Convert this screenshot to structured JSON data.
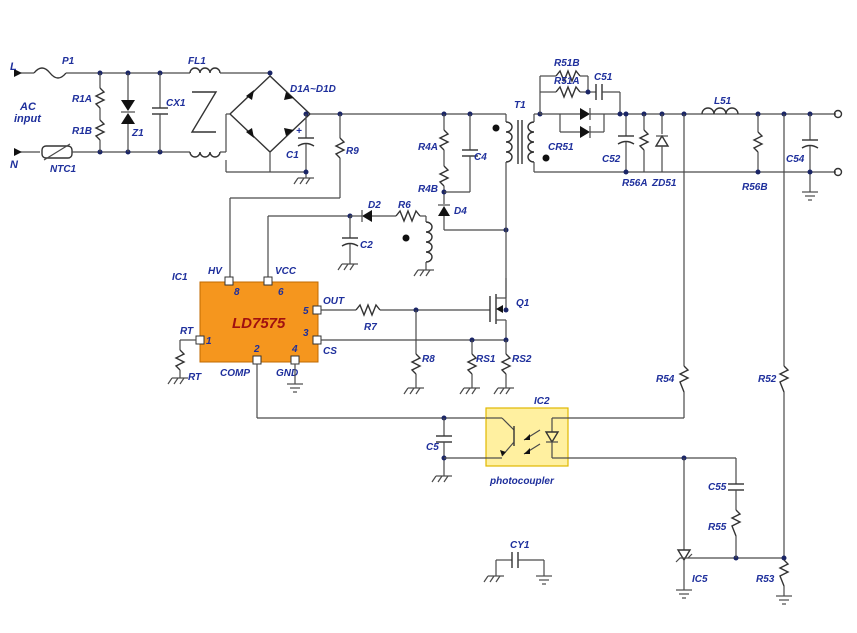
{
  "colors": {
    "wire": "#4a4a4a",
    "label": "#1e2f9c",
    "ic_fill": "#f5961e",
    "ic_text": "#a01010",
    "photocoupler_fill": "#fff0a0",
    "photocoupler_border": "#e0b800"
  },
  "input": {
    "label_line1": "AC",
    "label_line2": "input",
    "line": "L",
    "neutral": "N"
  },
  "components": {
    "P1": "P1",
    "FL1": "FL1",
    "R1A": "R1A",
    "R1B": "R1B",
    "Z1": "Z1",
    "CX1": "CX1",
    "NTC1": "NTC1",
    "D1": "D1A~D1D",
    "C1": "C1",
    "R9": "R9",
    "R4A": "R4A",
    "R4B": "R4B",
    "C4": "C4",
    "D4": "D4",
    "T1": "T1",
    "R51B": "R51B",
    "R51A": "R51A",
    "C51": "C51",
    "CR51": "CR51",
    "C52": "C52",
    "R56A": "R56A",
    "ZD51": "ZD51",
    "L51": "L51",
    "R56B": "R56B",
    "C54": "C54",
    "D2": "D2",
    "R6": "R6",
    "C2": "C2",
    "R7": "R7",
    "Q1": "Q1",
    "R8": "R8",
    "RS1": "RS1",
    "RS2": "RS2",
    "RT": "RT",
    "R54": "R54",
    "R52": "R52",
    "C5": "C5",
    "C55": "C55",
    "R55": "R55",
    "IC5": "IC5",
    "R53": "R53",
    "CY1": "CY1"
  },
  "ic1": {
    "ref": "IC1",
    "part": "LD7575",
    "pins": [
      {
        "name": "HV",
        "num": "8"
      },
      {
        "name": "VCC",
        "num": "6"
      },
      {
        "name": "OUT",
        "num": "5"
      },
      {
        "name": "CS",
        "num": "3"
      },
      {
        "name": "RT",
        "num": "1"
      },
      {
        "name": "COMP",
        "num": "2"
      },
      {
        "name": "GND",
        "num": "4"
      }
    ]
  },
  "ic2": {
    "ref": "IC2",
    "caption": "photocoupler"
  }
}
